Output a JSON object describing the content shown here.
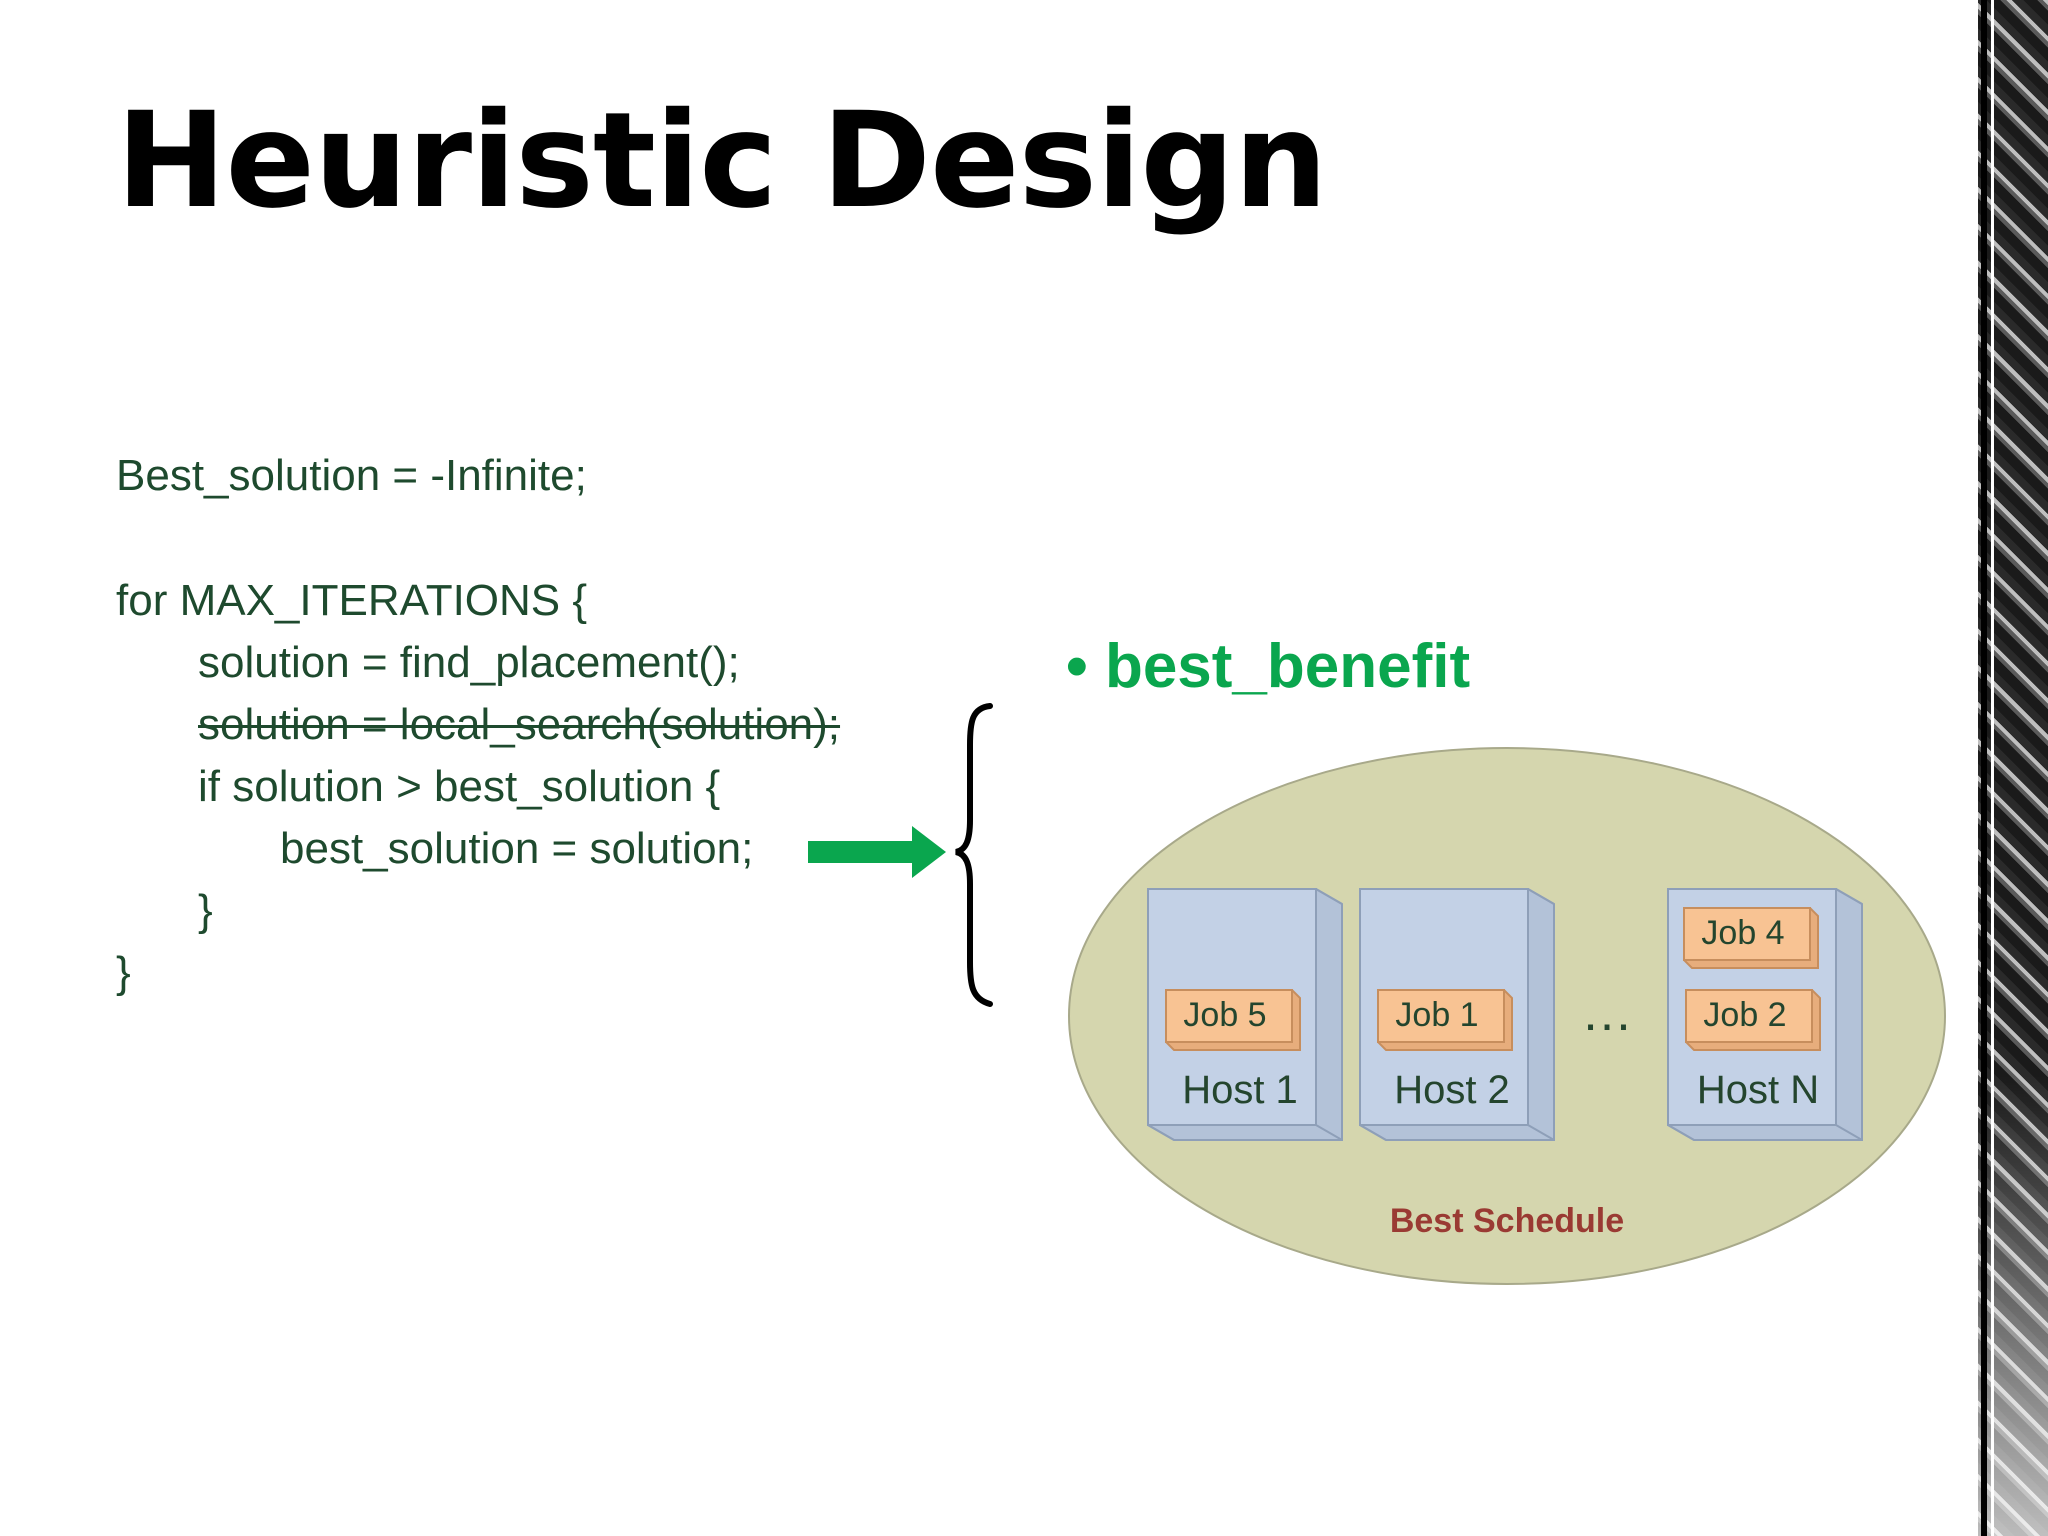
{
  "slide": {
    "title": "Heuristic Design"
  },
  "code": {
    "lines": [
      "Best_solution = -Infinite;",
      "for MAX_ITERATIONS {",
      "solution = find_placement();",
      "solution = local_search(solution);",
      "if solution > best_solution {",
      "best_solution = solution;",
      "}",
      "}"
    ]
  },
  "bullet": {
    "symbol": "•",
    "label": "best_benefit"
  },
  "schedule": {
    "label": "Best Schedule",
    "ellipsis": "…",
    "hosts": [
      {
        "name": "Host 1",
        "jobs": [
          "Job 5"
        ]
      },
      {
        "name": "Host 2",
        "jobs": [
          "Job 1"
        ]
      },
      {
        "name": "Host N",
        "jobs": [
          "Job 4",
          "Job 2"
        ]
      }
    ]
  },
  "colors": {
    "ellipse_fill": "#d5d6ae",
    "host_fill": "#c3d1e6",
    "job_fill": "#f8c393",
    "accent_green": "#0aa64e",
    "schedule_label": "#9a3a33",
    "code_text": "#1e4a2e"
  }
}
